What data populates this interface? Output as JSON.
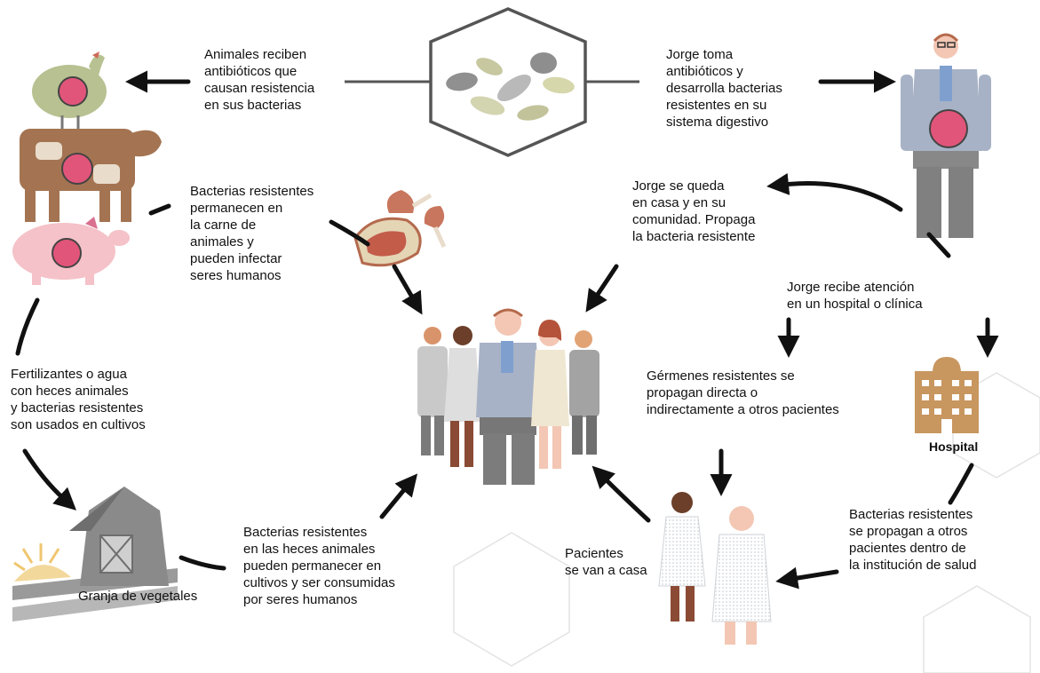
{
  "labels": {
    "animals_receive": "Animales reciben\nantibióticos que\ncausan resistencia\nen sus bacterias",
    "jorge_takes": "Jorge toma\nantibióticos y\ndesarrolla bacterias\nresistentes en su\nsistema digestivo",
    "bacteria_meat": "Bacterias resistentes\npermanecen en\nla carne de\nanimales y\npueden infectar\nseres humanos",
    "jorge_stays": "Jorge se queda\nen casa y en su\ncomunidad. Propaga\nla bacteria resistente",
    "jorge_hospital": "Jorge recibe atención\nen un hospital o clínica",
    "fertilizers": "Fertilizantes o agua\ncon heces animales\ny bacterias resistentes\nson usados en cultivos",
    "germs_spread": "Gérmenes resistentes se\npropagan directa o\nindirectamente a otros pacientes",
    "hospital": "Hospital",
    "bacteria_feces": "Bacterias resistentes\nen las heces animales\npueden permanecer en\ncultivos y ser consumidas\npor seres humanos",
    "patients_home": "Pacientes\nse van a casa",
    "bacteria_institution": "Bacterias resistentes\nse propagan a otros\npacientes dentro de\nla institución de salud",
    "farm": "Granja de vegetales"
  },
  "colors": {
    "arrow": "#111111",
    "hexagon": "#555555",
    "skin": "#f3c7b4",
    "shirt": "#a7b2c6",
    "pants": "#808080",
    "bacteria": "#e2557a",
    "cow": "#a47452",
    "pig": "#f4c2c8",
    "hospital": "#c8965f",
    "chicken": "#b7c191"
  }
}
